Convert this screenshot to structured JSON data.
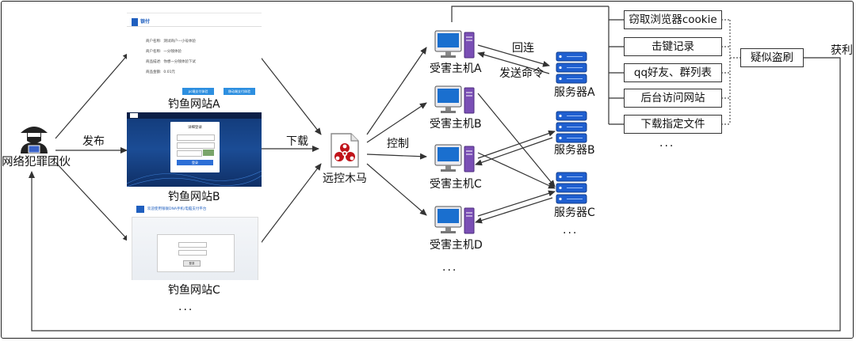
{
  "actor": {
    "label": "网络犯罪团伙",
    "icon": "hacker-icon"
  },
  "edges": {
    "publish": "发布",
    "download": "下载",
    "control": "控制",
    "connect_back": "回连",
    "send_command": "发送命令",
    "profit": "获利"
  },
  "phishing_sites": [
    {
      "label": "钓鱼网站A",
      "header_logo": "银付",
      "fields": [
        "商户名称:",
        "商户名称:",
        "商品描述:",
        "商品金额:"
      ],
      "values": [
        "测试商户—小号体验",
        "一分钱体验",
        "你想一分钱体验下试",
        "0.01元"
      ],
      "buttons": [
        "pc端支付体验",
        "移动端支付体验"
      ]
    },
    {
      "label": "钓鱼网站B",
      "form_title": "详细登录",
      "button": "登录"
    },
    {
      "label": "钓鱼网站C",
      "banner": "欢迎使用银联DNA手机/电脑支付平台",
      "button": "登录"
    }
  ],
  "phishing_more": "...",
  "trojan": {
    "label": "远控木马",
    "icon": "biohazard-icon"
  },
  "hosts": [
    "受害主机A",
    "受害主机B",
    "受害主机C",
    "受害主机D"
  ],
  "hosts_more": "...",
  "servers": [
    "服务器A",
    "服务器B",
    "服务器C"
  ],
  "servers_more": "...",
  "actions": [
    "窃取浏览器cookie",
    "击键记录",
    "qq好友、群列表",
    "后台访问网站",
    "下载指定文件"
  ],
  "actions_more": "...",
  "result": "疑似盗刷",
  "colors": {
    "host_purple": "#7a4fb5",
    "screen_blue": "#1a6fcf",
    "server_blue": "#1f5fd0",
    "biohazard_red": "#c0141a"
  }
}
